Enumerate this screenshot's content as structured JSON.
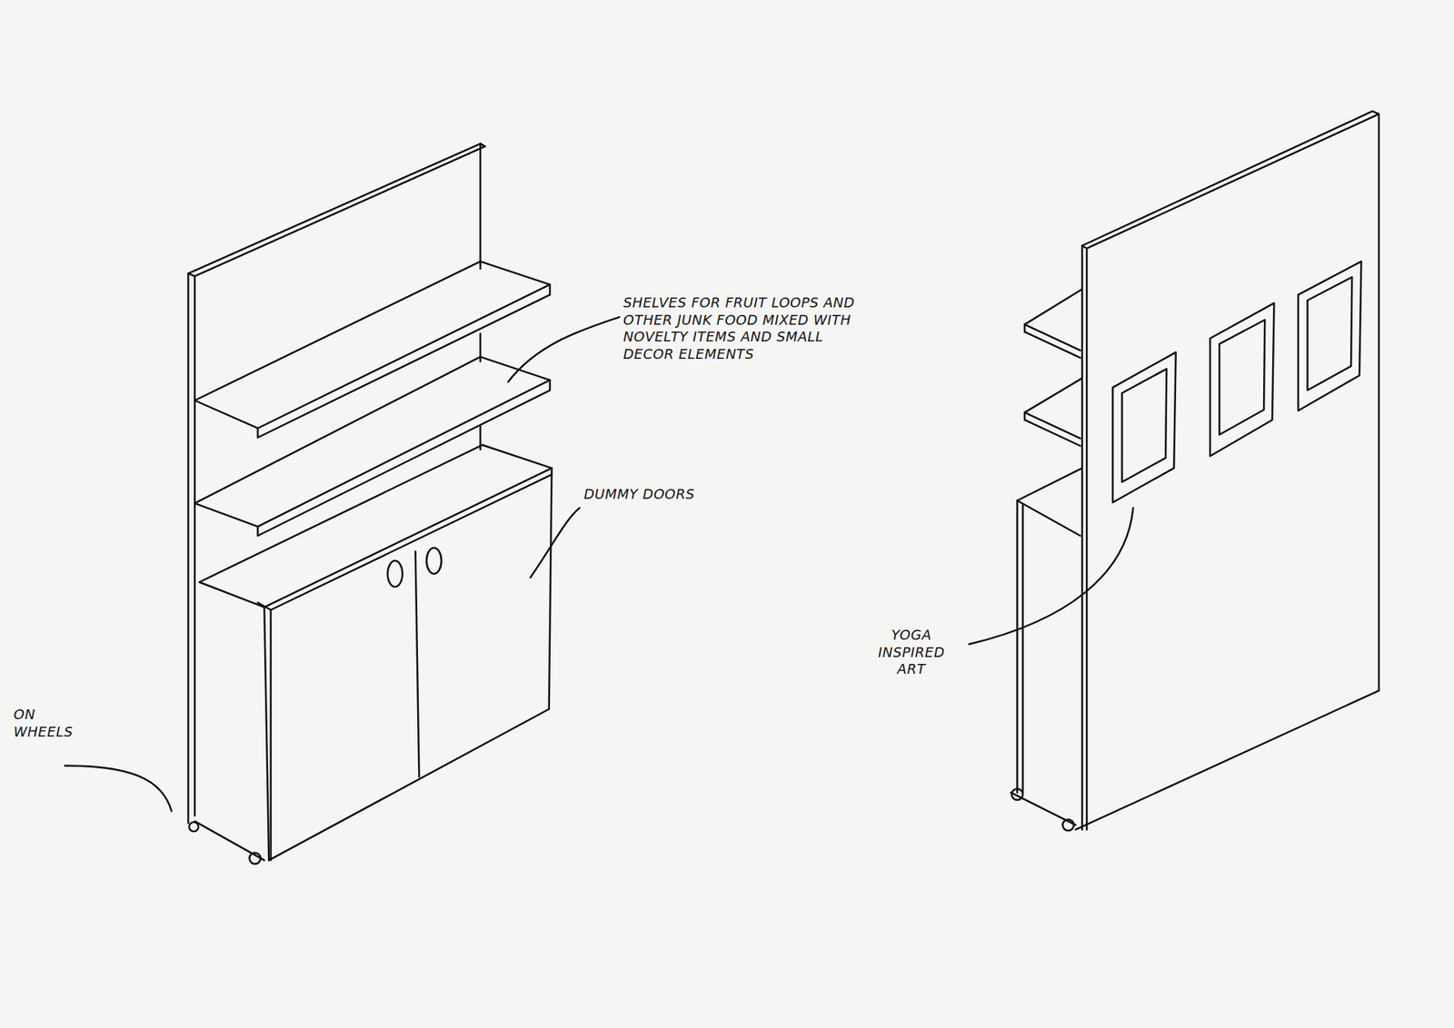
{
  "diagram": {
    "labels": [
      "ON WHEELS",
      "SHELVES FOR FRUIT LOOPS AND OTHER JUNK FOOD MIXED WITH NOVELTY ITEMS AND SMALL DECOR ELEMENTS",
      "DUMMY DOORS",
      "YOGA INSPIRED ART"
    ]
  }
}
